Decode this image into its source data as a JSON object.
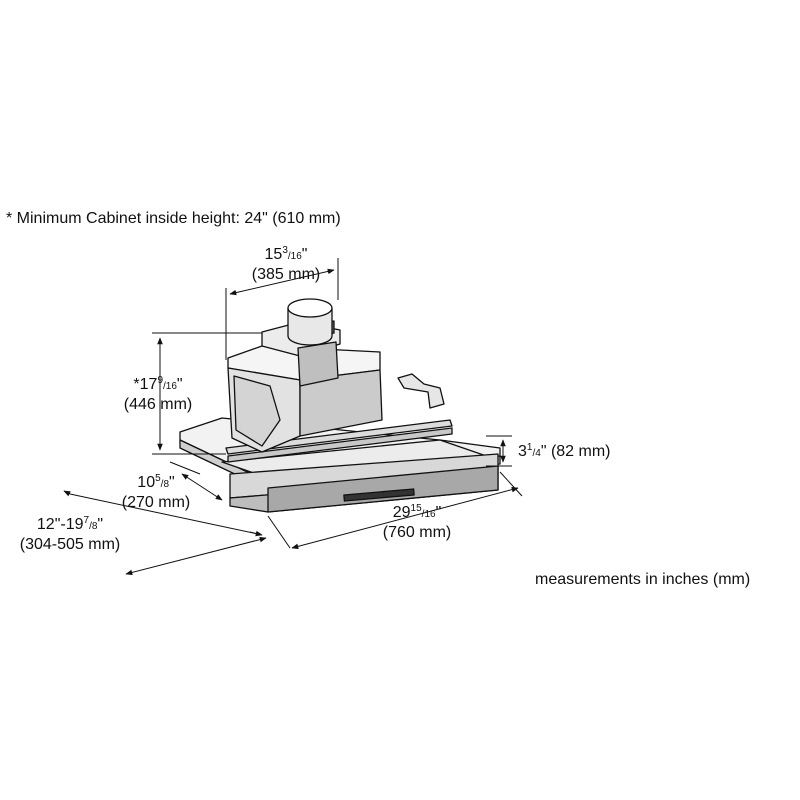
{
  "note": "* Minimum Cabinet inside height: 24\" (610 mm)",
  "footer": "measurements in inches (mm)",
  "dims": {
    "duct_width": {
      "whole": "15",
      "num": "3",
      "den": "16",
      "unit": "\"",
      "metric": "(385 mm)"
    },
    "height": {
      "prefix": "*",
      "whole": "17",
      "num": "9",
      "den": "16",
      "unit": "\"",
      "metric": "(446 mm)"
    },
    "front_height": {
      "whole": "3",
      "num": "1",
      "den": "4",
      "unit": "\"",
      "metric": "(82 mm)"
    },
    "depth": {
      "whole": "10",
      "num": "5",
      "den": "8",
      "unit": "\"",
      "metric": "(270 mm)"
    },
    "extension": {
      "whole": "12\"-19",
      "num": "7",
      "den": "8",
      "unit": "\"",
      "metric": "(304-505 mm)"
    },
    "width": {
      "whole": "29",
      "num": "15",
      "den": "16",
      "unit": "\"",
      "metric": "(760 mm)"
    }
  }
}
